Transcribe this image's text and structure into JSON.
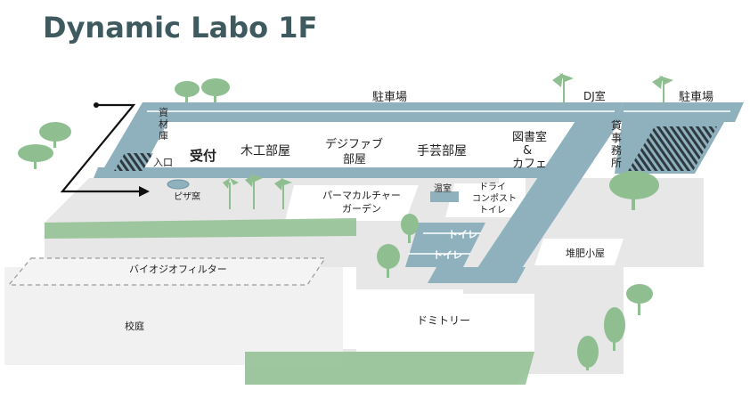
{
  "title": "Dynamic Labo 1F",
  "colors": {
    "title": "#3f5a5e",
    "corridor": "#8fb0bd",
    "corridor_dark": "#6f93a2",
    "ground": "#e7e7e7",
    "room": "#ffffff",
    "tree": "#8fbf91",
    "stripe": "#2e3a40"
  },
  "labels": {
    "parking_top": "駐車場",
    "dj_room": "DJ室",
    "parking_right": "駐車場",
    "storage": [
      "資",
      "材",
      "庫"
    ],
    "entrance": "入口",
    "reception": "受付",
    "woodwork": "木工部屋",
    "digifab": [
      "デジファブ",
      "部屋"
    ],
    "crafts": "手芸部屋",
    "library": [
      "図書室",
      "&",
      "カフェ"
    ],
    "rental_office": [
      "貸",
      "事",
      "務",
      "所"
    ],
    "pizza_oven": "ピザ窯",
    "permaculture": [
      "パーマカルチャー",
      "ガーデン"
    ],
    "greenhouse": "温室",
    "dry_compost": [
      "ドライ",
      "コンポスト",
      "トイレ"
    ],
    "toilet1": "トイレ",
    "toilet2": "トイレ",
    "compost_shed": "堆肥小屋",
    "bio_filter": "バイオジオフィルター",
    "schoolyard": "校庭",
    "dormitory": "ドミトリー"
  },
  "icons": {
    "trees": "tree-icon",
    "palms": "palm-tree-icon",
    "grass": "grass-icon",
    "arrow": "entrance-arrow-icon"
  }
}
